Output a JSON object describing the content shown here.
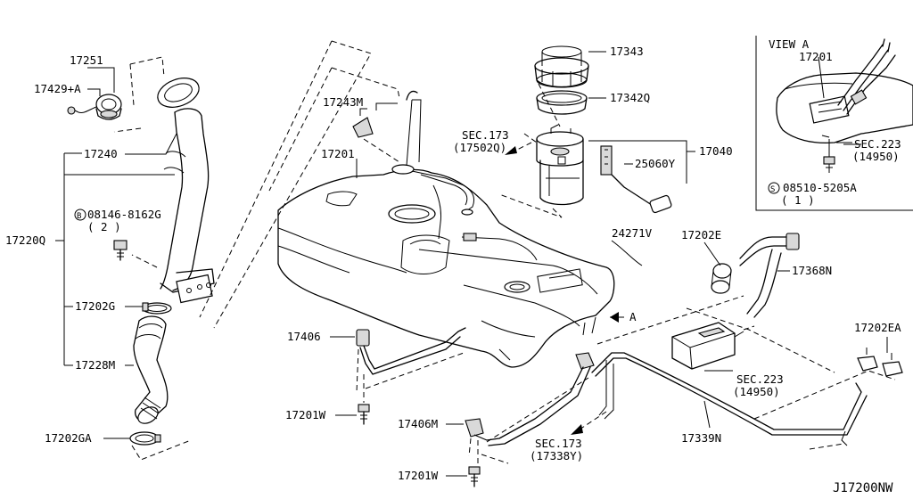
{
  "diagram_code": "J17200NW",
  "view_a": {
    "title": "VIEW A"
  },
  "arrow_a": "A",
  "labels": {
    "p17251": "17251",
    "p17429a": "17429+A",
    "p17240": "17240",
    "p08146": "08146-8162G",
    "p08146_qty": "( 2 )",
    "p17220q": "17220Q",
    "p17202g": "17202G",
    "p17228m": "17228M",
    "p17202ga": "17202GA",
    "p17243m": "17243M",
    "p17201": "17201",
    "p17201_view": "17201",
    "p17343": "17343",
    "p17342q": "17342Q",
    "sec173_a": "SEC.173",
    "sec173_a_ref": "(17502Q)",
    "p25060y": "25060Y",
    "p17040": "17040",
    "sec223_view": "SEC.223",
    "sec223_view_ref": "(14950)",
    "p08510": "08510-5205A",
    "p08510_qty": "( 1 )",
    "p24271v": "24271V",
    "p17202e": "17202E",
    "p17368n": "17368N",
    "p17406": "17406",
    "p17201w_a": "17201W",
    "p17406m": "17406M",
    "p17201w_b": "17201W",
    "sec173_b": "SEC.173",
    "sec173_b_ref": "(17338Y)",
    "sec223_b": "SEC.223",
    "sec223_b_ref": "(14950)",
    "p17339n": "17339N",
    "p17202ea": "17202EA"
  },
  "symbols": {
    "b_mark": "B",
    "s_mark": "S"
  }
}
